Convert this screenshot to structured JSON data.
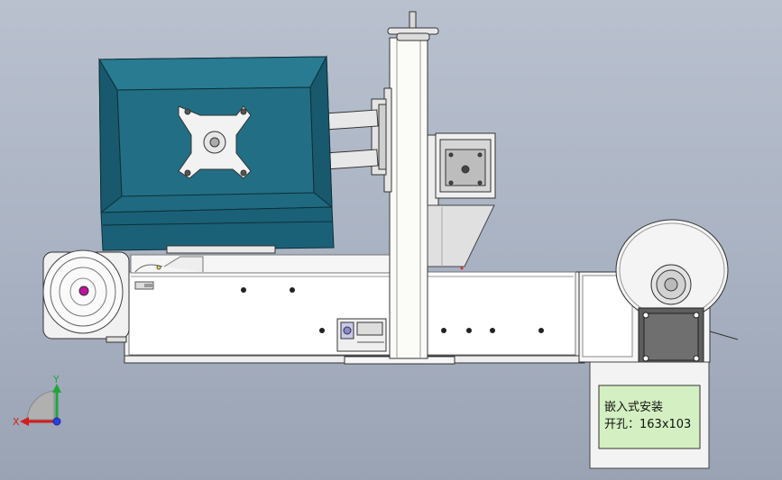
{
  "panel_label": {
    "line1": "嵌入式安装",
    "line2": "开孔：163x103"
  },
  "axis": {
    "x_label": "X",
    "y_label": "Y"
  },
  "colors": {
    "background": "#aab3c3",
    "monitor": "#1f6a80",
    "label_bg": "#d4f0c2",
    "x_axis": "#d21e1e",
    "y_axis": "#1fa63a",
    "z_axis": "#2b3fe0"
  }
}
